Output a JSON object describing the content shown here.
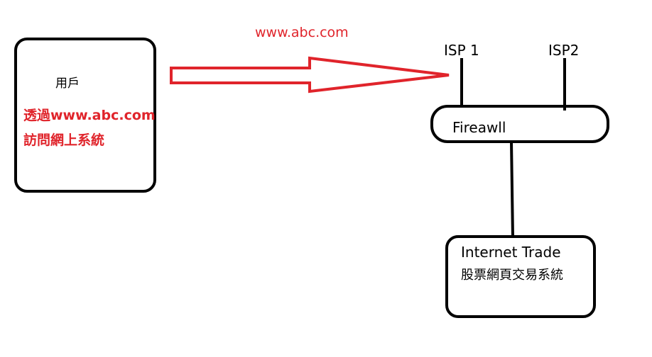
{
  "user": {
    "title": "用戶",
    "line1": "透過www.abc.com",
    "line2": "訪問網上系統"
  },
  "arrow_label": "www.abc.com",
  "isp1": "ISP 1",
  "isp2": "ISP2",
  "firewall": "Fireawll",
  "server": {
    "title": "Internet Trade",
    "subtitle": "股票網頁交易系統"
  },
  "colors": {
    "ink": "#000000",
    "accent": "#e0242b"
  }
}
